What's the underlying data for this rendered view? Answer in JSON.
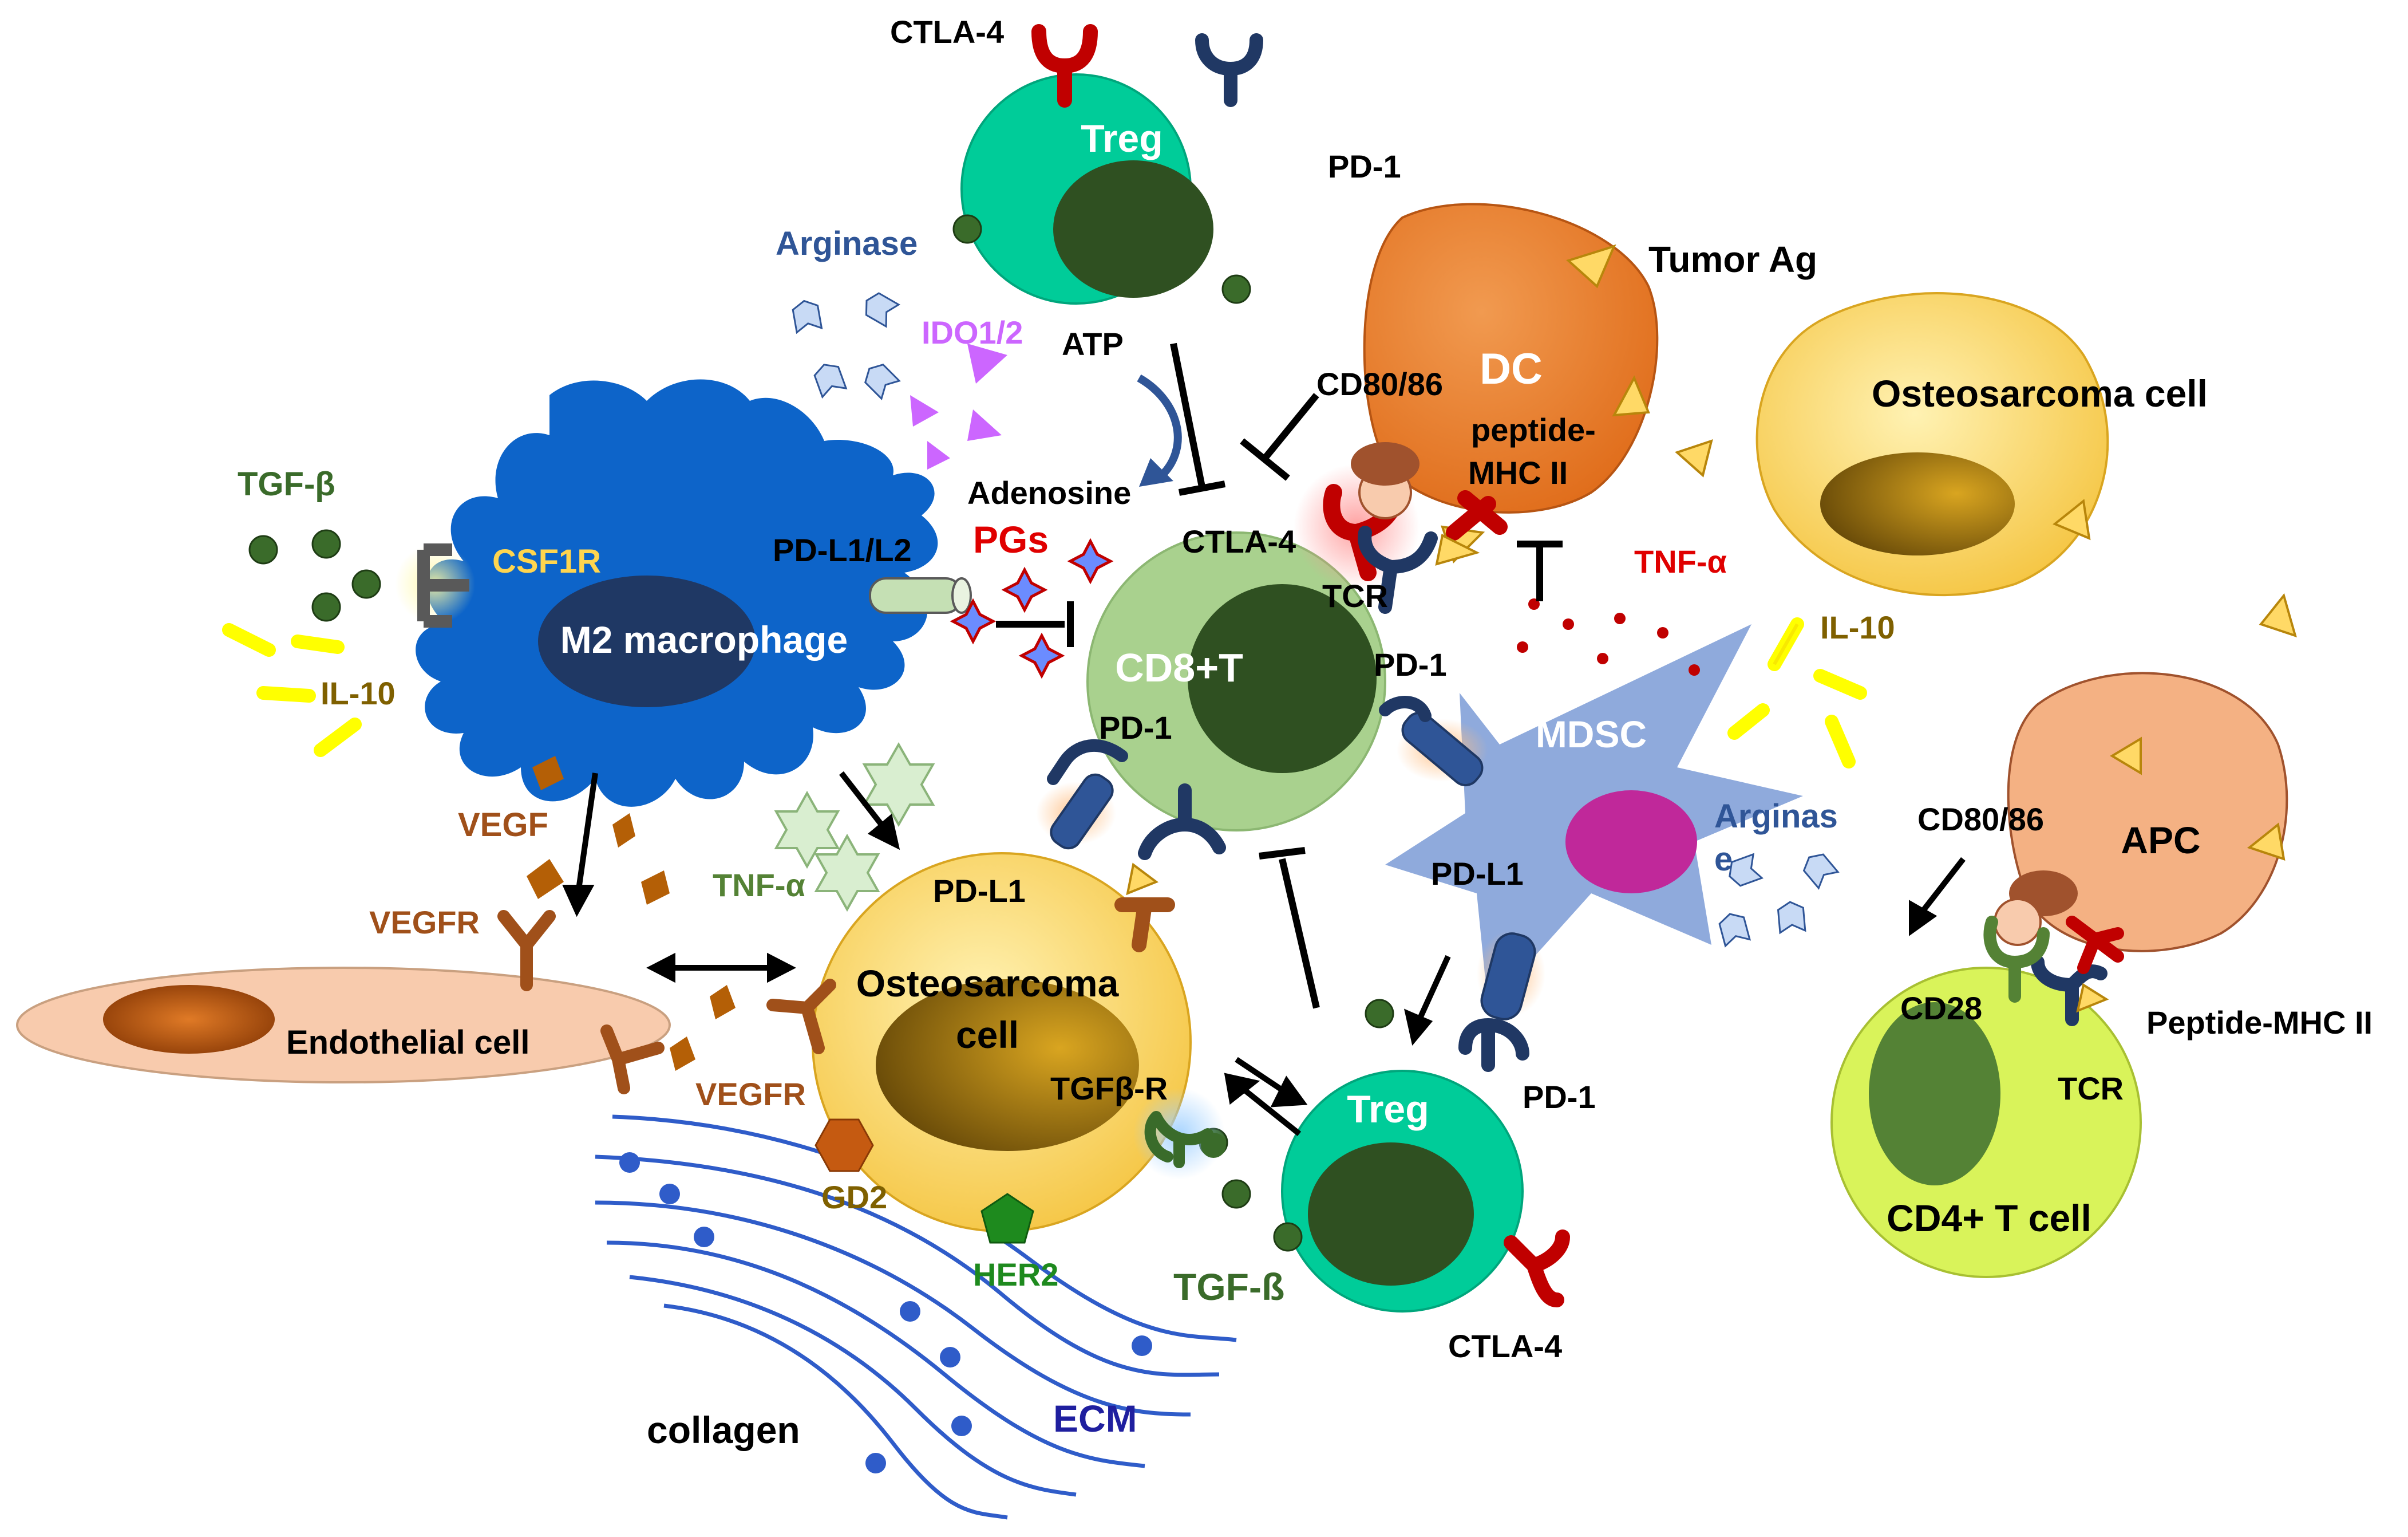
{
  "labels": {
    "treg_top": "Treg",
    "ctla4_top": "CTLA-4",
    "pd1_top": "PD-1",
    "arginase_top": "Arginase",
    "ido": "IDO1/2",
    "atp": "ATP",
    "adenosine": "Adenosine",
    "tumor_ag": "Tumor Ag",
    "dc": "DC",
    "cd80_86_dc": "CD80/86",
    "peptide_mhc_line1": "peptide-",
    "peptide_mhc_line2": "MHC II",
    "osteo_right": "Osteosarcoma cell",
    "tgf_beta_left": "TGF-β",
    "csf1r": "CSF1R",
    "m2_macrophage": "M2 macrophage",
    "il10_left": "IL-10",
    "pdl1_l2": "PD-L1/L2",
    "pgs": "PGs",
    "ctla4_mid": "CTLA-4",
    "tcr_mid": "TCR",
    "cd8t": "CD8+T",
    "pd1_mid_right": "PD-1",
    "pd1_mid_left": "PD-1",
    "tnf_alpha_right": "TNF-α",
    "il10_right": "IL-10",
    "mdsc": "MDSC",
    "arginase_right_line1": "Arginas",
    "arginase_right_line2": "e",
    "pdl1_mdsc": "PD-L1",
    "vegf": "VEGF",
    "vegfr_top": "VEGFR",
    "tnf_alpha_left": "TNF-α",
    "pdl1_osteo": "PD-L1",
    "osteo_center_line1": "Osteosarcoma",
    "osteo_center_line2": "cell",
    "endothelial": "Endothelial cell",
    "vegfr_bottom": "VEGFR",
    "tgfb_r": "TGFβ-R",
    "treg_bottom": "Treg",
    "pd1_bottom": "PD-1",
    "gd2": "GD2",
    "her2": "HER2",
    "tgf_beta_bottom": "TGF-ß",
    "ctla4_bottom": "CTLA-4",
    "collagen": "collagen",
    "ecm": "ECM",
    "cd80_86_apc": "CD80/86",
    "apc": "APC",
    "cd28": "CD28",
    "peptide_mhc_apc": "Peptide-MHC II",
    "tcr_cd4": "TCR",
    "cd4_t_cell": "CD4+ T cell"
  },
  "colors": {
    "treg": "#00cc99",
    "nucleus_dark": "#2f5021",
    "dc": "#ec7c30",
    "osteo": "#ffd966",
    "osteo_nucleus": "#a47a12",
    "macrophage": "#0d64c9",
    "macrophage_nucleus": "#1f3864",
    "cd8": "#a9d18e",
    "mdsc": "#8faadc",
    "mdsc_nucleus": "#c0289a",
    "endothelial": "#f8cbad",
    "endothelial_nucleus": "#c55a11",
    "apc": "#f4b183",
    "cd4": "#d9f35a",
    "receptor_red": "#c00000",
    "receptor_navy": "#203864",
    "vegf_brown": "#b45f06",
    "tgf_dot": "#3a6b2a",
    "il10_yellow": "#ffff00",
    "ido_purple": "#cc66ff",
    "tumor_ag": "#ffd966",
    "collagen_blue": "#2f5cc9",
    "her2_green": "#1e8a1e",
    "label_black": "#000000",
    "label_red": "#e00000",
    "label_green": "#3a6b2a",
    "label_olive": "#7f6000",
    "label_blue": "#2f5597",
    "label_purple": "#cc66ff",
    "label_brown": "#a0501a",
    "label_navy": "#1f1f9f",
    "label_white": "#ffffff",
    "label_yellow": "#ffd54f"
  },
  "icons": {
    "ctla4": "y-receptor-red",
    "pd1": "y-receptor-navy",
    "pdl1": "capsule-receptor",
    "inhibition": "t-bar-arrow",
    "arginase": "chevron-arrow",
    "ido": "triangle",
    "tumor_ag": "triangle",
    "pgs": "four-point-star",
    "tnf_alpha": "six-point-star",
    "tgf_beta": "dot",
    "il10": "rod",
    "vegf": "diamond"
  }
}
